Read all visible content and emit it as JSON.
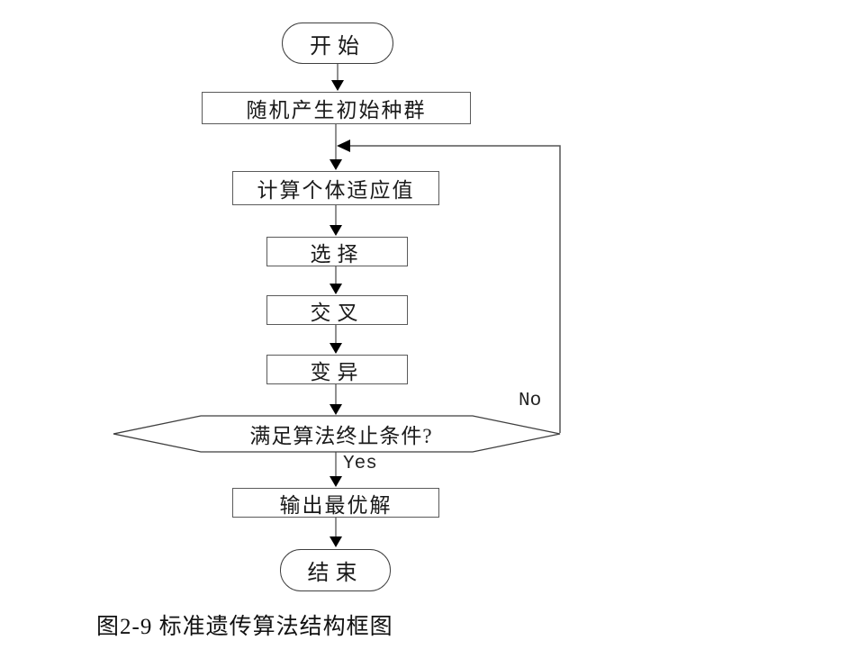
{
  "figure": {
    "caption": "图2-9  标准遗传算法结构框图"
  },
  "flowchart": {
    "title_semantic": "standard-genetic-algorithm-structure",
    "nodes": [
      {
        "id": "start",
        "type": "terminator",
        "label": "开始"
      },
      {
        "id": "init",
        "type": "process",
        "label": "随机产生初始种群"
      },
      {
        "id": "fitness",
        "type": "process",
        "label": "计算个体适应值"
      },
      {
        "id": "select",
        "type": "process",
        "label": "选择"
      },
      {
        "id": "crossover",
        "type": "process",
        "label": "交叉"
      },
      {
        "id": "mutation",
        "type": "process",
        "label": "变异"
      },
      {
        "id": "decision",
        "type": "decision",
        "label": "满足算法终止条件?"
      },
      {
        "id": "output",
        "type": "process",
        "label": "输出最优解"
      },
      {
        "id": "end",
        "type": "terminator",
        "label": "结束"
      }
    ],
    "edge_labels": {
      "yes": "Yes",
      "no": "No"
    },
    "colors": {
      "background": "#ffffff",
      "connector_line": "#909090",
      "feedback_line": "#555555",
      "shape_border": "#5a5a5a",
      "arrowhead": "#000000",
      "text": "#1a1a1a"
    }
  }
}
